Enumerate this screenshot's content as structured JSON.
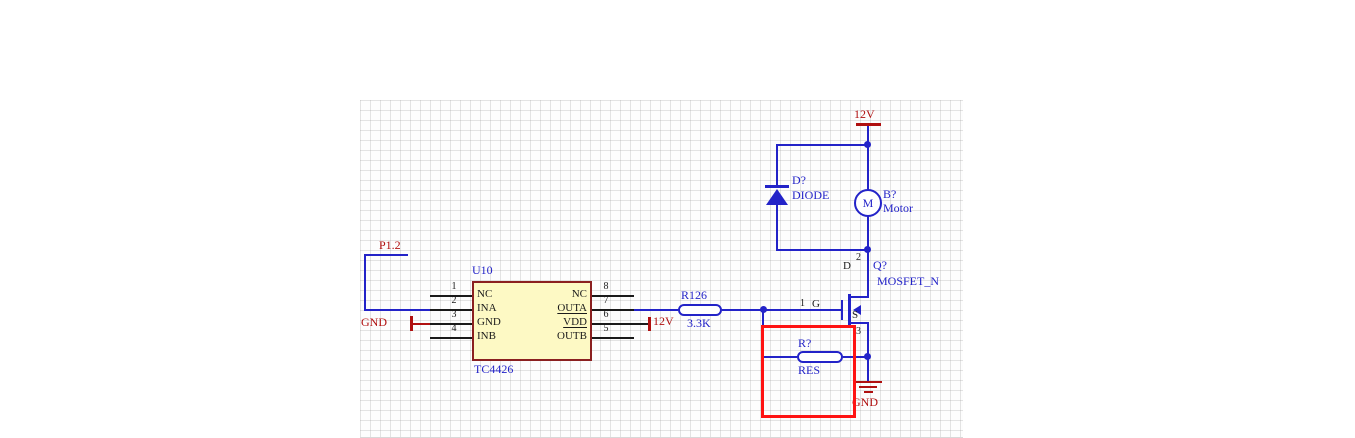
{
  "colors": {
    "wire_blue": "#2323c8",
    "ic_fill": "#fdf9c4",
    "ic_border": "#8b2020",
    "net_red": "#b01010",
    "pin_black": "#1a1a1a",
    "highlight_red": "#ff1414"
  },
  "net_labels": {
    "p1_2": "P1.2",
    "v12_top": "12V",
    "v12_vdd": "12V",
    "gnd_left": "GND",
    "gnd_bottom": "GND"
  },
  "ic": {
    "designator": "U10",
    "part": "TC4426",
    "left_pins": [
      {
        "num": "1",
        "name": "NC"
      },
      {
        "num": "2",
        "name": "INA"
      },
      {
        "num": "3",
        "name": "GND"
      },
      {
        "num": "4",
        "name": "INB"
      }
    ],
    "right_pins": [
      {
        "num": "8",
        "name": "NC"
      },
      {
        "num": "7",
        "name": "OUTA"
      },
      {
        "num": "6",
        "name": "VDD"
      },
      {
        "num": "5",
        "name": "OUTB"
      }
    ]
  },
  "resistor_r126": {
    "designator": "R126",
    "value": "3.3K"
  },
  "resistor_gate": {
    "designator": "R?",
    "value": "RES"
  },
  "diode": {
    "designator": "D?",
    "value": "DIODE"
  },
  "motor": {
    "designator": "B?",
    "value": "Motor",
    "symbol": "M"
  },
  "mosfet": {
    "designator": "Q?",
    "part": "MOSFET_N",
    "gate_num": "1",
    "gate_name": "G",
    "drain_name": "D",
    "source_name": "S",
    "drain_num": "2",
    "source_num": "3"
  }
}
